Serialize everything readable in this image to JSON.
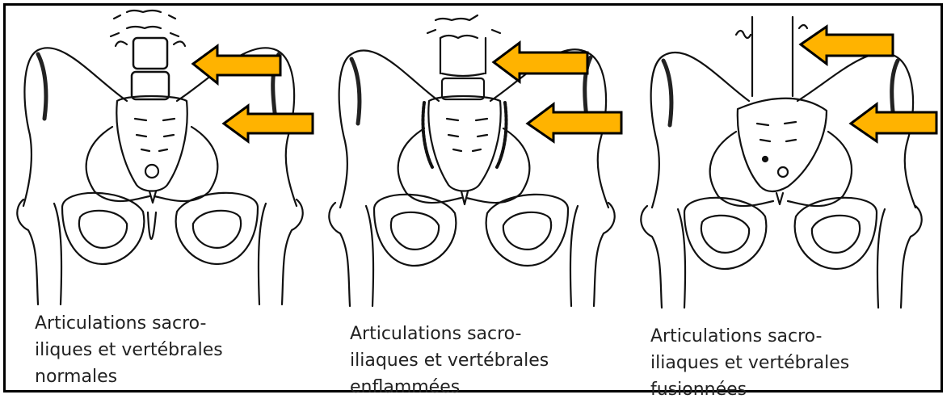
{
  "figure": {
    "arrow_color": "#FFB300",
    "panels": [
      {
        "id": "normal",
        "caption": [
          "Articulations sacro-",
          "iliques et vertébrales",
          "normales"
        ]
      },
      {
        "id": "inflamed",
        "caption": [
          "Articulations sacro-",
          "iliaques et vertébrales",
          "enflammées"
        ]
      },
      {
        "id": "fused",
        "caption": [
          "Articulations sacro-",
          "iliaques et vertébrales",
          "fusionnées"
        ]
      }
    ]
  }
}
